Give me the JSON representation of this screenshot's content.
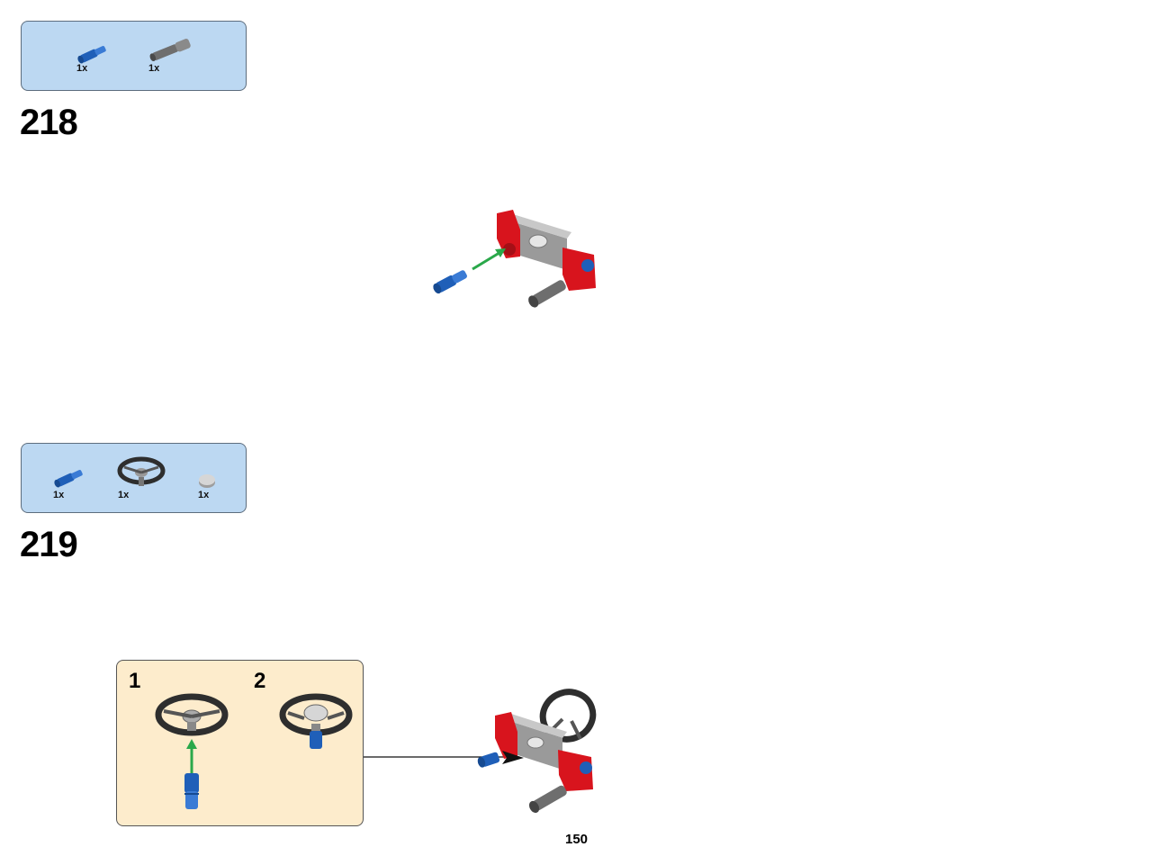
{
  "steps": [
    {
      "number": "218",
      "parts": [
        {
          "name": "blue-axle-pin",
          "qty": "1x"
        },
        {
          "name": "gray-axle",
          "qty": "1x"
        }
      ]
    },
    {
      "number": "219",
      "parts": [
        {
          "name": "blue-axle-pin",
          "qty": "1x"
        },
        {
          "name": "steering-wheel",
          "qty": "1x"
        },
        {
          "name": "light-gray-round-tile",
          "qty": "1x"
        }
      ],
      "subassembly": {
        "substeps": [
          "1",
          "2"
        ]
      }
    }
  ],
  "page_number": "150",
  "colors": {
    "parts_box": "#bcd8f2",
    "subassembly_box": "#fdeccc",
    "red_part": "#d8141d",
    "gray_part": "#8a8a8a",
    "blue_part": "#1f5fb8",
    "dark_part": "#333333",
    "arrow_green": "#2aa84a"
  }
}
